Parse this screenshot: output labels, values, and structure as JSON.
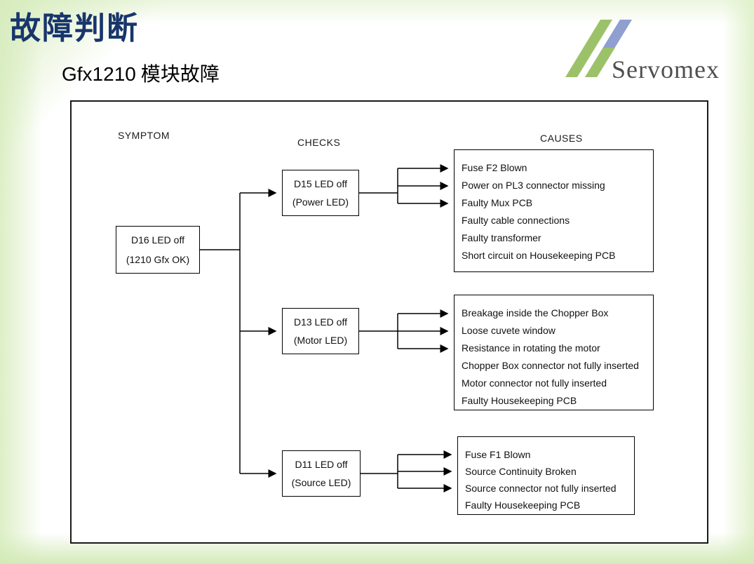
{
  "slide": {
    "title": "故障判断",
    "subtitle_gfx": "Gfx1210",
    "subtitle_cn": " 模块故障",
    "logo_text": "Servomex"
  },
  "colors": {
    "title_navy": "#18356b",
    "logo_green": "#9cc269",
    "logo_blue": "#8e9fd0"
  },
  "diagram": {
    "headers": {
      "symptom": "SYMPTOM",
      "checks": "CHECKS",
      "causes": "CAUSES"
    },
    "symptom": {
      "line1": "D16 LED off",
      "line2": "(1210 Gfx OK)"
    },
    "checks": [
      {
        "line1": "D15 LED off",
        "line2": "(Power LED)"
      },
      {
        "line1": "D13 LED off",
        "line2": "(Motor LED)"
      },
      {
        "line1": "D11 LED off",
        "line2": "(Source LED)"
      }
    ],
    "causes": [
      {
        "lines": [
          "Fuse F2 Blown",
          "Power on PL3 connector missing",
          "Faulty Mux PCB",
          "Faulty cable connections",
          "Faulty transformer",
          "Short circuit on Housekeeping PCB"
        ]
      },
      {
        "lines": [
          "Breakage inside the Chopper Box",
          "Loose cuvete window",
          "Resistance in rotating the motor",
          "Chopper Box connector not fully inserted",
          "Motor connector not fully inserted",
          "Faulty Housekeeping PCB"
        ]
      },
      {
        "lines": [
          "Fuse F1 Blown",
          "Source Continuity Broken",
          "Source connector not fully inserted",
          "Faulty Housekeeping PCB"
        ]
      }
    ]
  }
}
